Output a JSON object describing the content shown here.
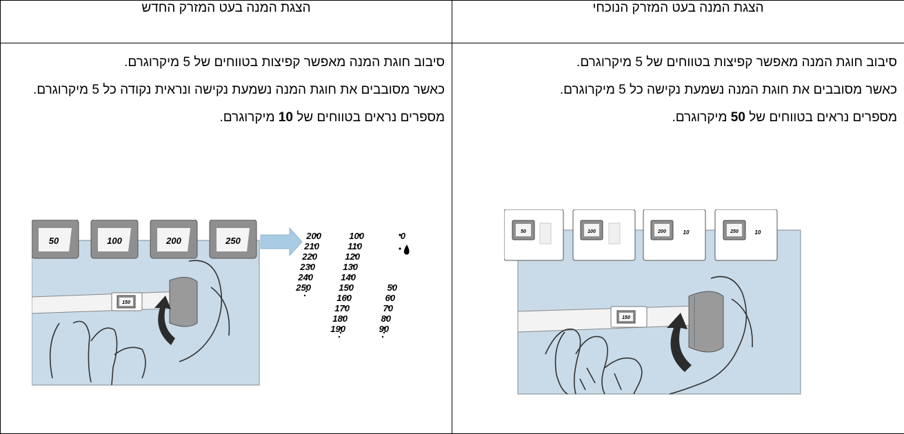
{
  "table": {
    "col_current": {
      "header": "הצגת המנה בעט המזרק הנוכחי",
      "p1": "סיבוב חוגת המנה מאפשר קפיצות בטווחים של 5 מיקרוגרם.",
      "p2": "כאשר מסובבים את חוגת המנה נשמעת נקישה כל 5 מיקרוגרם.",
      "p3_prefix": "מספרים נראים בטווחים של ",
      "p3_bold": "50",
      "p3_suffix": " מיקרוגרם.",
      "illustration": {
        "window_labels": [
          "50",
          "100",
          "200",
          "250"
        ],
        "window_suffix": "10",
        "pen_window_label": "150"
      }
    },
    "col_new": {
      "header": "הצגת המנה בעט המזרק החדש",
      "p1": "סיבוב חוגת המנה מאפשר קפיצות בטווחים של 5 מיקרוגרם.",
      "p2": "כאשר מסובבים את חוגת המנה נשמעת נקישה ונראית נקודה כל 5 מיקרוגרם.",
      "p3_prefix": "מספרים נראים בטווחים של ",
      "p3_bold": "10",
      "p3_suffix": " מיקרוגרם.",
      "illustration": {
        "window_labels": [
          "50",
          "100",
          "200",
          "250"
        ],
        "pen_window_label": "150",
        "scale_col_a": [
          "200",
          "210",
          "220",
          "230",
          "240",
          "250"
        ],
        "scale_col_b": [
          "100",
          "110",
          "120",
          "130",
          "140",
          "150",
          "160",
          "170",
          "180",
          "190"
        ],
        "scale_col_c_top": [
          "0"
        ],
        "scale_col_c": [
          "50",
          "60",
          "70",
          "80",
          "90"
        ]
      }
    }
  },
  "colors": {
    "illustration_blue": "#c9dbe9",
    "window_gray": "#8f8f8f",
    "arrow_blue": "#a9cbe3"
  }
}
